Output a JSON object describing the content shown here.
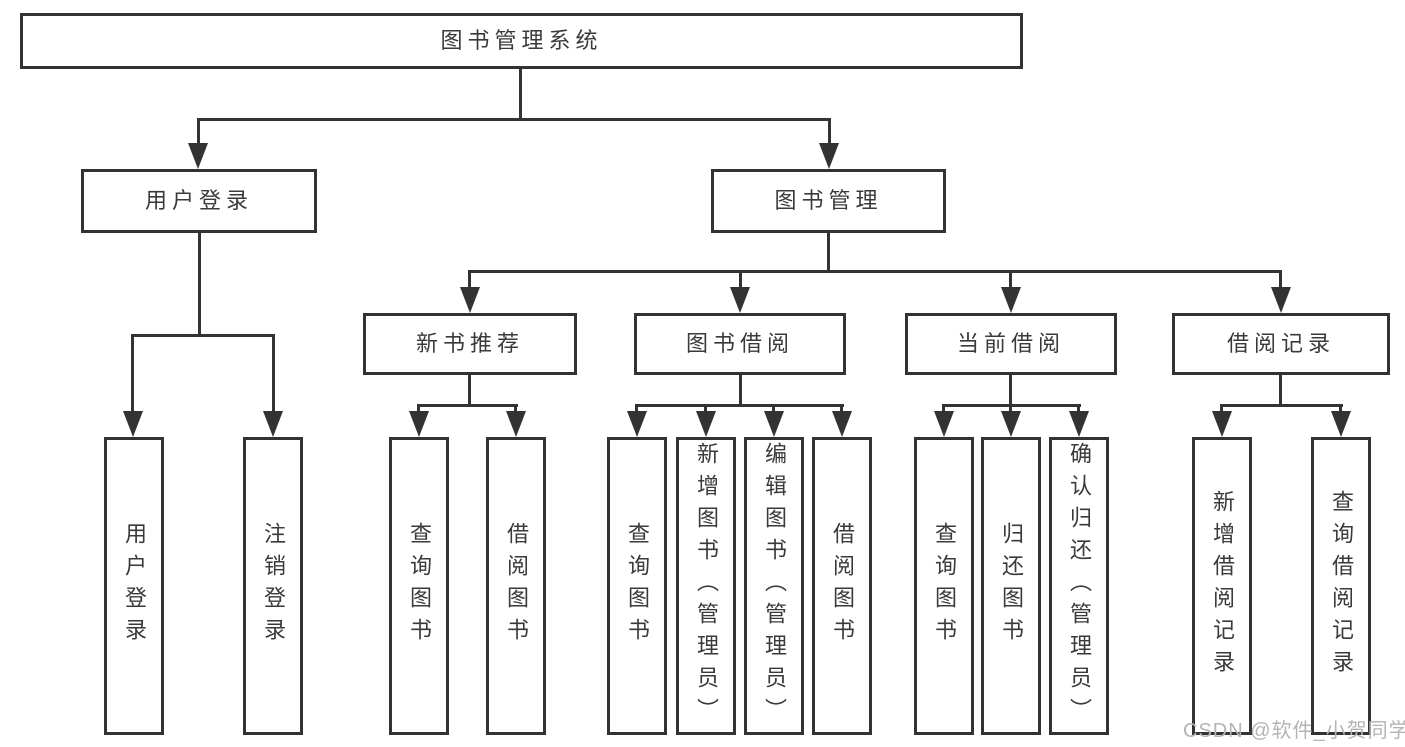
{
  "page": {
    "background": "#ffffff",
    "line_color": "#333333",
    "text_color": "#3a3a3a",
    "watermark_color": "#b4b4b4"
  },
  "diagram": {
    "root": {
      "label": "图书管理系统"
    },
    "level2": [
      {
        "label": "用户登录"
      },
      {
        "label": "图书管理"
      }
    ],
    "level3": [
      {
        "label": "新书推荐"
      },
      {
        "label": "图书借阅"
      },
      {
        "label": "当前借阅"
      },
      {
        "label": "借阅记录"
      }
    ],
    "leaves": {
      "user_login": [
        "用户登录",
        "注销登录"
      ],
      "new_books": [
        "查询图书",
        "借阅图书"
      ],
      "book_borrowing": [
        "查询图书",
        "新增图书（管理员）",
        "编辑图书（管理员）",
        "借阅图书"
      ],
      "current_borrowing": [
        "查询图书",
        "归还图书",
        "确认归还（管理员）"
      ],
      "borrowing_records": [
        "新增借阅记录",
        "查询借阅记录"
      ]
    }
  },
  "watermark": {
    "text": "CSDN @软件_小贺同学"
  }
}
